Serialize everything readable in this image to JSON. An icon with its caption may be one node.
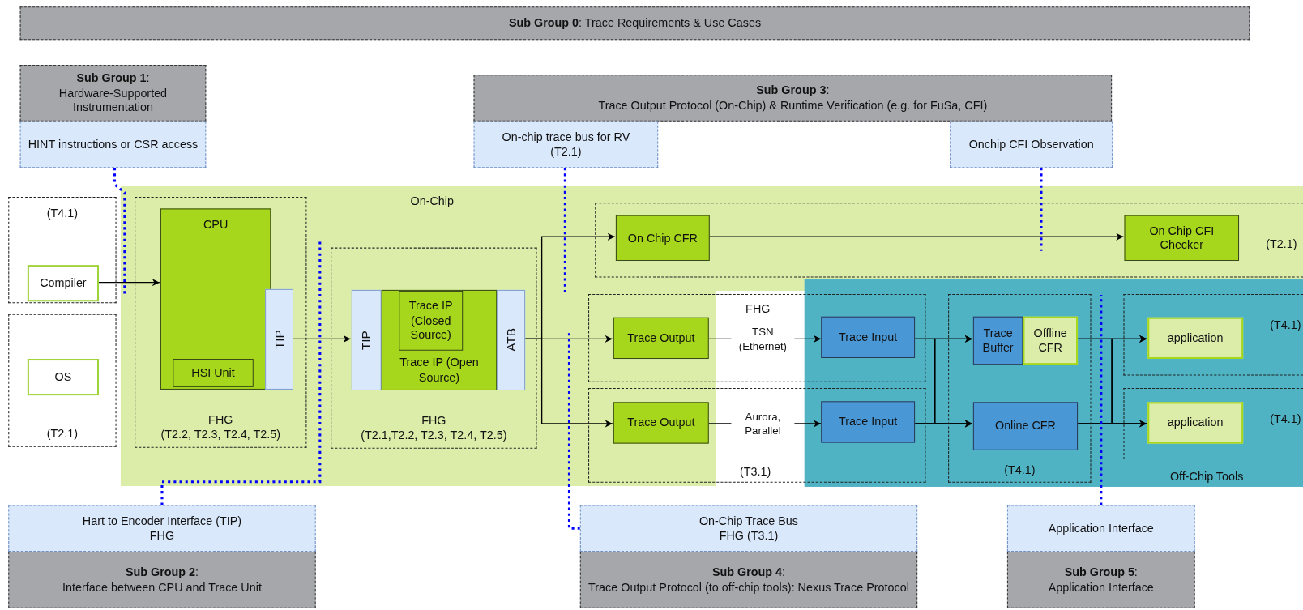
{
  "diagram": {
    "nodes": [
      {
        "text": [
          "**Sub Group 0**: Trace Requirements & Use Cases"
        ]
      },
      {
        "text": [
          "**Sub Group 1**:",
          "Hardware-Supported Instrumentation"
        ]
      },
      {
        "text": [
          "HINT instructions or CSR access"
        ]
      },
      {
        "text": [
          "**Sub Group 3**:",
          "Trace Output Protocol (On-Chip) & Runtime Verification (e.g. for FuSa, CFI)"
        ]
      },
      {
        "text": [
          "On-chip trace bus for RV",
          "(T2.1)"
        ]
      },
      {
        "text": [
          "Onchip CFI Observation"
        ]
      },
      {
        "text": [
          "On-Chip"
        ]
      },
      {
        "text": [
          "Off-Chip Tools"
        ]
      },
      {
        "text": [
          "(T4.1)"
        ]
      },
      {
        "text": [
          "Compiler"
        ],
        "in": 8
      },
      {
        "text": [
          "(T2.1)"
        ]
      },
      {
        "text": [
          "OS"
        ],
        "in": 10
      },
      {
        "text": [
          "FHG",
          "(T2.2, T2.3, T2.4, T2.5)"
        ],
        "in": 6
      },
      {
        "text": [
          "CPU"
        ],
        "in": 12
      },
      {
        "text": [
          "HSI Unit"
        ],
        "in": 13
      },
      {
        "text": [
          "TIP"
        ],
        "in": 12
      },
      {
        "text": [
          "FHG",
          "(T2.1,T2.2, T2.3, T2.4, T2.5)"
        ],
        "in": 6
      },
      {
        "text": [
          "TIP"
        ],
        "in": 16
      },
      {
        "text": [
          "Trace IP (Open Source)"
        ],
        "in": 16
      },
      {
        "text": [
          "Trace IP (Closed Source)"
        ],
        "in": 18
      },
      {
        "text": [
          "ATB"
        ],
        "in": 16
      },
      {
        "text": [
          "(T2.1)"
        ],
        "in": 6
      },
      {
        "text": [
          "On Chip CFR"
        ],
        "in": 21
      },
      {
        "text": [
          "On Chip CFI Checker"
        ],
        "in": 21
      },
      {
        "text": [
          "FHG"
        ]
      },
      {
        "text": [
          "Trace Output"
        ],
        "in": 24
      },
      {
        "text": [
          "Trace Input"
        ]
      },
      {
        "text": [
          "(T3.1)"
        ]
      },
      {
        "text": [
          "Trace Output"
        ],
        "in": 27
      },
      {
        "text": [
          "Trace Input"
        ]
      },
      {
        "text": [
          "(T4.1)"
        ],
        "in": 7
      },
      {
        "text": [
          "Trace Buffer"
        ],
        "in": 30
      },
      {
        "text": [
          "Offline CFR"
        ],
        "in": 30
      },
      {
        "text": [
          "Online CFR"
        ],
        "in": 30
      },
      {
        "text": [
          "(T4.1)"
        ],
        "in": 7
      },
      {
        "text": [
          "application"
        ],
        "in": 34
      },
      {
        "text": [
          "(T4.1)"
        ],
        "in": 7
      },
      {
        "text": [
          "application"
        ],
        "in": 36
      },
      {
        "text": [
          "Hart to Encoder  Interface (TIP)",
          "FHG"
        ]
      },
      {
        "text": [
          "**Sub Group 2**:",
          "Interface between CPU and Trace Unit"
        ]
      },
      {
        "text": [
          "On-Chip Trace Bus",
          "FHG (T3.1)"
        ]
      },
      {
        "text": [
          "**Sub Group 4**:",
          "Trace Output Protocol (to off-chip tools): Nexus Trace Protocol"
        ]
      },
      {
        "text": [
          "Application Interface"
        ]
      },
      {
        "text": [
          "**Sub Group 5**:",
          "Application Interface"
        ]
      }
    ],
    "edges": [
      {
        "from": 9,
        "to": 13,
        "arrow": "to"
      },
      {
        "from": 15,
        "to": 17,
        "arrow": "to"
      },
      {
        "from": 20,
        "to": 22,
        "arrow": "to"
      },
      {
        "from": 20,
        "to": 25,
        "arrow": "to"
      },
      {
        "from": 20,
        "to": 28,
        "arrow": "to"
      },
      {
        "from": 22,
        "to": 23,
        "arrow": "to"
      },
      {
        "from": 25,
        "to": 26,
        "arrow": "to",
        "label": "TSN (Ethernet)"
      },
      {
        "from": 28,
        "to": 29,
        "arrow": "to",
        "label": "Aurora, Parallel"
      },
      {
        "from": 26,
        "to": 31,
        "arrow": "to"
      },
      {
        "from": 26,
        "to": 33,
        "arrow": "to"
      },
      {
        "from": 29,
        "to": 31,
        "arrow": "to"
      },
      {
        "from": 29,
        "to": 33,
        "arrow": "to"
      },
      {
        "from": 32,
        "to": 35,
        "arrow": "to"
      },
      {
        "from": 32,
        "to": 37,
        "arrow": "to"
      },
      {
        "from": 33,
        "to": 35,
        "arrow": "to"
      },
      {
        "from": 33,
        "to": 37,
        "arrow": "to"
      },
      {
        "from": 2,
        "to": 6,
        "arrow": "none",
        "style": "dashed",
        "color": "#0000ff"
      },
      {
        "from": 38,
        "to": 6,
        "arrow": "none",
        "style": "dashed",
        "color": "#0000ff"
      },
      {
        "from": 4,
        "to": 6,
        "arrow": "none",
        "style": "dashed",
        "color": "#0000ff"
      },
      {
        "from": 40,
        "to": 6,
        "arrow": "none",
        "style": "dashed",
        "color": "#0000ff"
      },
      {
        "from": 5,
        "to": 6,
        "arrow": "none",
        "style": "dashed",
        "color": "#0000ff"
      },
      {
        "from": 42,
        "to": 7,
        "arrow": "none",
        "style": "dashed",
        "color": "#0000ff"
      }
    ]
  }
}
